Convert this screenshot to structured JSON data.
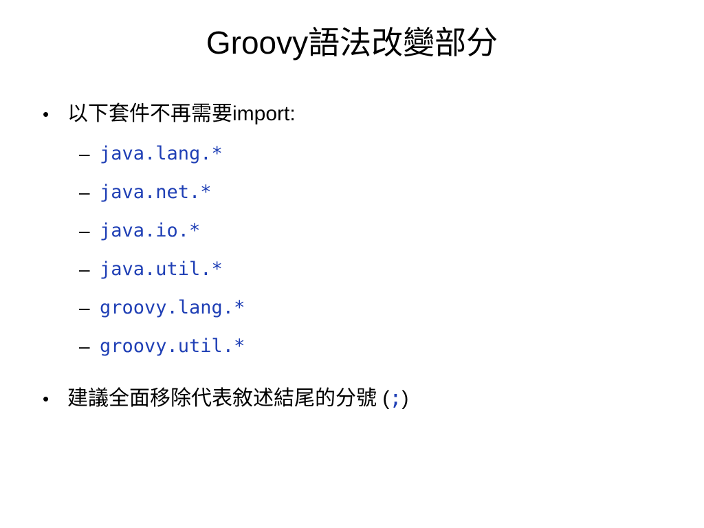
{
  "slide": {
    "title": "Groovy語法改變部分",
    "bullet_marker": "•",
    "dash_marker": "–",
    "bullet1": {
      "text": "以下套件不再需要import:",
      "packages": [
        "java.lang.*",
        "java.net.*",
        "java.io.*",
        "java.util.*",
        "groovy.lang.*",
        "groovy.util.*"
      ]
    },
    "bullet2": {
      "text": "建議全面移除代表敘述結尾的分號 (",
      "semicolon": ";",
      "close": ")"
    },
    "colors": {
      "code": "#1f3fb5",
      "text": "#000000",
      "background": "#ffffff"
    }
  }
}
